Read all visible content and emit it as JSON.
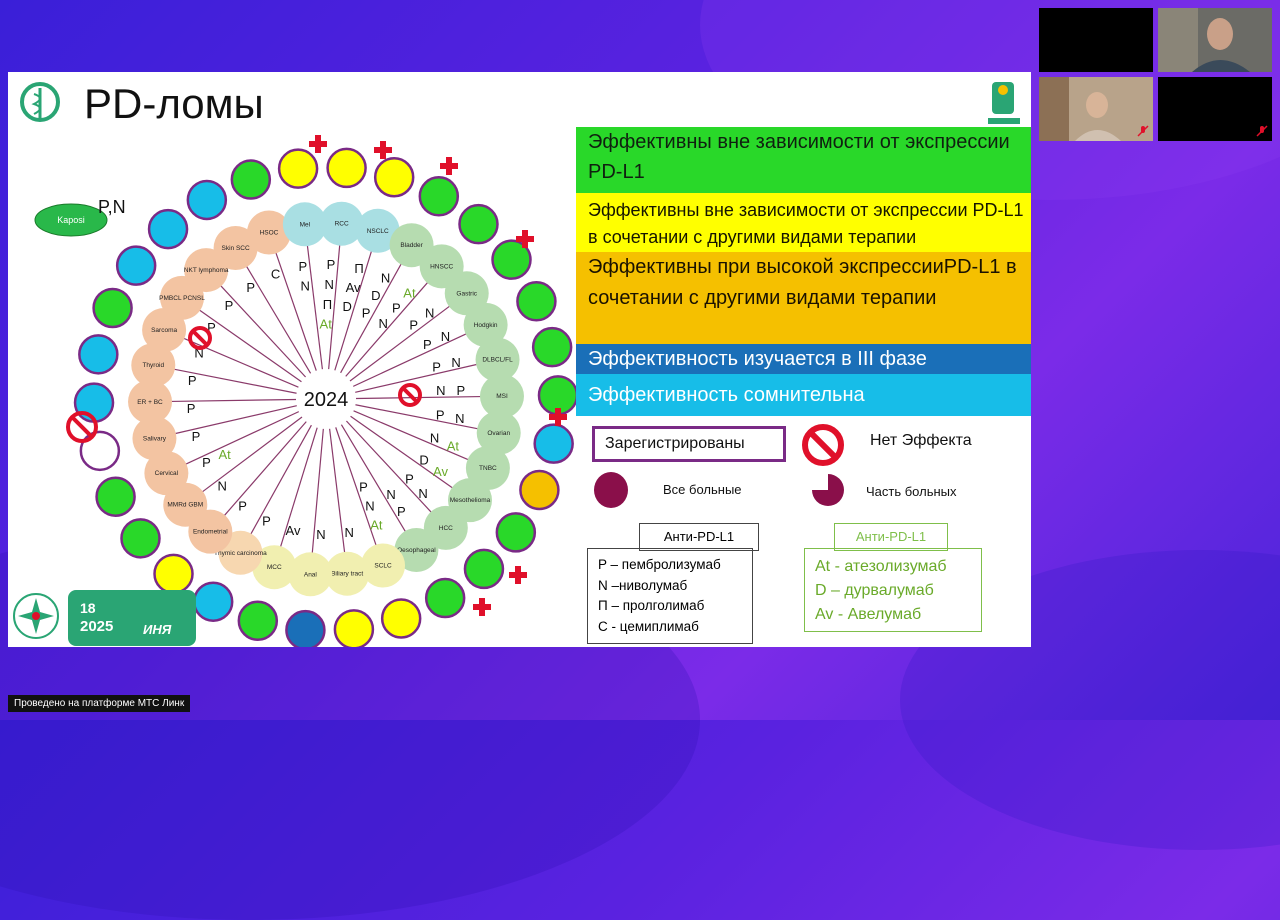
{
  "slide": {
    "title": "PD-ломы",
    "center_label": "2024",
    "kaposi": {
      "label": "Kaposi",
      "drugs": "P,N"
    },
    "rays": [
      {
        "label": "HSOC",
        "drugs": [
          "C"
        ],
        "drug_colors": [
          "#111"
        ]
      },
      {
        "label": "Mel",
        "drugs": [
          "P",
          "N"
        ],
        "drug_colors": [
          "#111",
          "#111"
        ]
      },
      {
        "label": "RCC",
        "drugs": [
          "P",
          "N",
          "П",
          "At"
        ],
        "drug_colors": [
          "#111",
          "#111",
          "#111",
          "#6aaa2a"
        ]
      },
      {
        "label": "NSCLC",
        "drugs": [
          "П",
          "Av",
          "D"
        ],
        "drug_colors": [
          "#111",
          "#111",
          "#111"
        ]
      },
      {
        "label": "Bladder",
        "drugs": [
          "N",
          "D",
          "P"
        ],
        "drug_colors": [
          "#111",
          "#111",
          "#111"
        ]
      },
      {
        "label": "HNSCC",
        "drugs": [
          "At",
          "P",
          "N"
        ],
        "drug_colors": [
          "#6aaa2a",
          "#111",
          "#111"
        ]
      },
      {
        "label": "Gastric",
        "drugs": [
          "N",
          "P"
        ],
        "drug_colors": [
          "#111",
          "#111"
        ]
      },
      {
        "label": "Hodgkin",
        "drugs": [
          "N",
          "P"
        ],
        "drug_colors": [
          "#111",
          "#111"
        ]
      },
      {
        "label": "DLBCL/FL",
        "drugs": [
          "N",
          "P"
        ],
        "drug_colors": [
          "#111",
          "#111"
        ]
      },
      {
        "label": "MSI",
        "drugs": [
          "P",
          "N"
        ],
        "drug_colors": [
          "#111",
          "#111"
        ]
      },
      {
        "label": "Ovarian",
        "drugs": [
          "N",
          "P"
        ],
        "drug_colors": [
          "#111",
          "#111"
        ]
      },
      {
        "label": "TNBC",
        "drugs": [
          "At",
          "N"
        ],
        "drug_colors": [
          "#6aaa2a",
          "#111"
        ]
      },
      {
        "label": "Mesothelioma",
        "drugs": [
          "Av",
          "D"
        ],
        "drug_colors": [
          "#6aaa2a",
          "#111"
        ]
      },
      {
        "label": "HCC",
        "drugs": [
          "N",
          "P"
        ],
        "drug_colors": [
          "#111",
          "#111"
        ]
      },
      {
        "label": "Oesophageal",
        "drugs": [
          "P",
          "N"
        ],
        "drug_colors": [
          "#111",
          "#111"
        ]
      },
      {
        "label": "SCLC",
        "drugs": [
          "At",
          "N",
          "P"
        ],
        "drug_colors": [
          "#6aaa2a",
          "#111",
          "#111"
        ]
      },
      {
        "label": "Biliary tract",
        "drugs": [
          "N"
        ],
        "drug_colors": [
          "#111"
        ]
      },
      {
        "label": "Anal",
        "drugs": [
          "N"
        ],
        "drug_colors": [
          "#111"
        ]
      },
      {
        "label": "MCC",
        "drugs": [
          "Av"
        ],
        "drug_colors": [
          "#111"
        ]
      },
      {
        "label": "Thymic carcinoma",
        "drugs": [
          "P"
        ],
        "drug_colors": [
          "#111"
        ]
      },
      {
        "label": "Endometrial",
        "drugs": [
          "P"
        ],
        "drug_colors": [
          "#111"
        ]
      },
      {
        "label": "MMRd GBM",
        "drugs": [
          "N"
        ],
        "drug_colors": [
          "#111"
        ]
      },
      {
        "label": "Cervical",
        "drugs": [
          "P",
          "At"
        ],
        "drug_colors": [
          "#111",
          "#6aaa2a"
        ]
      },
      {
        "label": "Salivary",
        "drugs": [
          "P"
        ],
        "drug_colors": [
          "#111"
        ]
      },
      {
        "label": "ER + BC",
        "drugs": [
          "P"
        ],
        "drug_colors": [
          "#111"
        ]
      },
      {
        "label": "Thyroid",
        "drugs": [
          "P"
        ],
        "drug_colors": [
          "#111"
        ]
      },
      {
        "label": "Sarcoma",
        "drugs": [
          "N"
        ],
        "drug_colors": [
          "#111"
        ]
      },
      {
        "label": "PMBCL PCNSL",
        "drugs": [
          "P"
        ],
        "drug_colors": [
          "#111"
        ]
      },
      {
        "label": "NKT lymphoma",
        "drugs": [
          "P"
        ],
        "drug_colors": [
          "#111"
        ]
      },
      {
        "label": "Skin SCC",
        "drugs": [
          "P"
        ],
        "drug_colors": [
          "#111"
        ]
      }
    ],
    "legend": {
      "green": "Эффективны вне зависимости от экспрессии PD-L1",
      "yellow": "Эффективны вне зависимости от экспрессии PD-L1 в сочетании с другими видами терапии",
      "orange": "Эффективны при высокой экспрессииPD-L1 в сочетании с другими видами терапии",
      "blue": "Эффективность изучается в III фазе",
      "lightblue": "Эффективность сомнительна"
    },
    "registered": "Зарегистрированы",
    "no_effect": "Нет Эффекта",
    "all_patients": "Все больные",
    "part_patients": "Часть больных",
    "anti_pd1": {
      "header": "Анти-PD-L1",
      "items": [
        "P – пембролизумаб",
        "N –ниволумаб",
        "П – пролголимаб",
        "С   - цемиплимаб"
      ]
    },
    "anti_pdl1": {
      "header": "Анти-PD-L1",
      "items": [
        "At  - атезолизумаб",
        "D – дурвалумаб",
        "Av  - Авелумаб"
      ]
    },
    "conf_logo": {
      "num": "18",
      "year": "2025",
      "text": "ИНЯ"
    }
  },
  "footer": "Проведено на платформе МТС Линк",
  "colors": {
    "green": "#29d829",
    "yellow": "#ffff00",
    "orange": "#f5c000",
    "blue": "#1a6fb8",
    "lightblue": "#17bde8",
    "purple": "#7a2a86",
    "red": "#e0102a"
  }
}
